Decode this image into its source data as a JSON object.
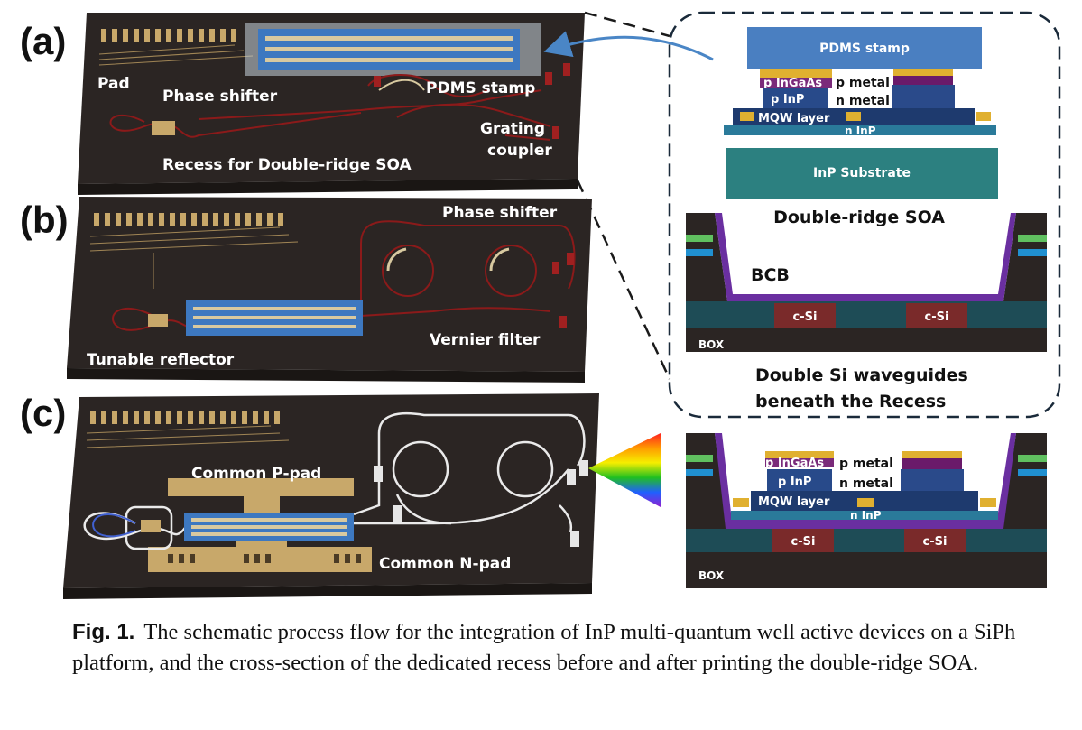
{
  "panels": {
    "a": {
      "label": "(a)",
      "pad": "Pad",
      "phase_shifter": "Phase shifter",
      "pdms_stamp": "PDMS stamp",
      "grating_coupler_1": "Grating",
      "grating_coupler_2": "coupler",
      "recess": "Recess for Double-ridge SOA"
    },
    "b": {
      "label": "(b)",
      "phase_shifter": "Phase shifter",
      "tunable_reflector": "Tunable reflector",
      "vernier_filter": "Vernier filter"
    },
    "c": {
      "label": "(c)",
      "common_p_pad": "Common P-pad",
      "common_n_pad": "Common N-pad"
    }
  },
  "inset_top": {
    "pdms_stamp": "PDMS stamp",
    "p_ingaas": "p InGaAs",
    "p_metal": "p metal",
    "p_inp": "p InP",
    "n_metal": "n metal",
    "mqw_layer": "MQW layer",
    "n_inp": "n InP",
    "inp_substrate": "InP Substrate",
    "double_ridge_soa": "Double-ridge SOA",
    "bcb": "BCB",
    "c_si_1": "c-Si",
    "c_si_2": "c-Si",
    "box": "BOX",
    "waveguides_1": "Double Si waveguides",
    "waveguides_2": "beneath the Recess"
  },
  "inset_bottom": {
    "p_ingaas": "p InGaAs",
    "p_metal": "p metal",
    "p_inp": "p InP",
    "n_metal": "n metal",
    "mqw_layer": "MQW layer",
    "n_inp": "n InP",
    "c_si_1": "c-Si",
    "c_si_2": "c-Si",
    "box": "BOX"
  },
  "caption": {
    "label": "Fig. 1.",
    "text": "The schematic process flow for the integration of InP multi-quantum well active devices on a SiPh platform, and the cross-section of the dedicated recess before and after printing the double-ridge SOA."
  },
  "colors": {
    "chip": "#2b2523",
    "pad_gold": "#c8a86a",
    "waveguide_red": "#8b1a1a",
    "pdms_blue": "#4a7fc1",
    "bcb_purple": "#6a2fa0",
    "substrate_teal": "#2c7a7a",
    "csi_maroon": "#7a2a2a"
  }
}
